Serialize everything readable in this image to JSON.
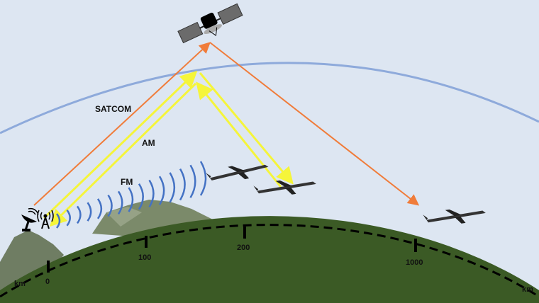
{
  "labels": {
    "satcom": "SATCOM",
    "am": "AM",
    "fm": "FM"
  },
  "scale": {
    "unit": "km",
    "ticks": [
      "0",
      "100",
      "200",
      "1000"
    ]
  },
  "colors": {
    "sky": "#dde6f2",
    "earth": "#3b5a25",
    "satcom": "#f07c3a",
    "am": "#f5f53a",
    "fm": "#4472c4",
    "atmosphere": "#8eaadb"
  }
}
